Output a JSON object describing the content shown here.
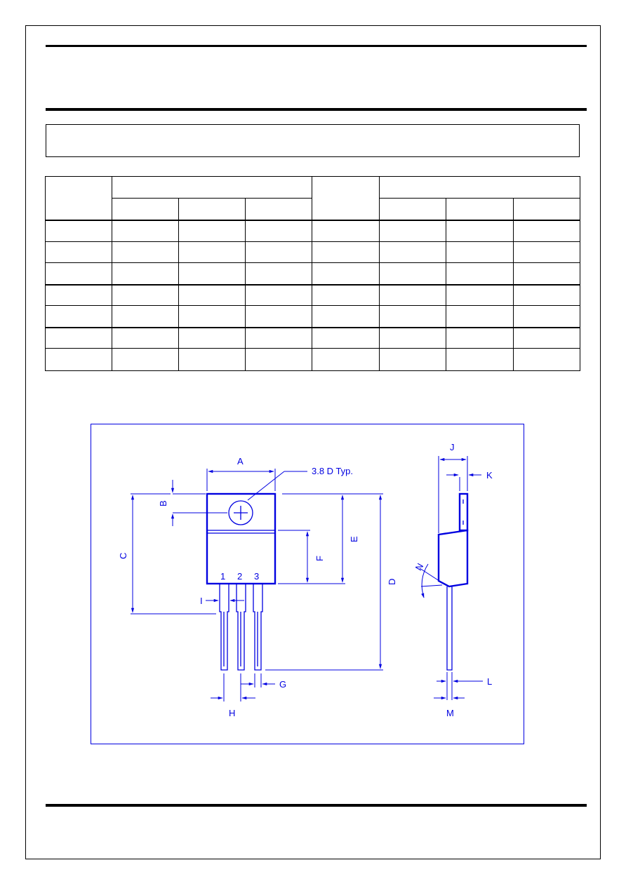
{
  "drawing": {
    "hole_note": "3.8  D  Typ.",
    "labels": {
      "A": "A",
      "B": "B",
      "C": "C",
      "D": "D",
      "E": "E",
      "F": "F",
      "G": "G",
      "H": "H",
      "I": "I",
      "J": "J",
      "K": "K",
      "L": "L",
      "M": "M",
      "N": "N"
    },
    "pins": [
      "1",
      "2",
      "3"
    ]
  },
  "colors": {
    "drawing": "#0000e0",
    "rules": "#000000"
  }
}
